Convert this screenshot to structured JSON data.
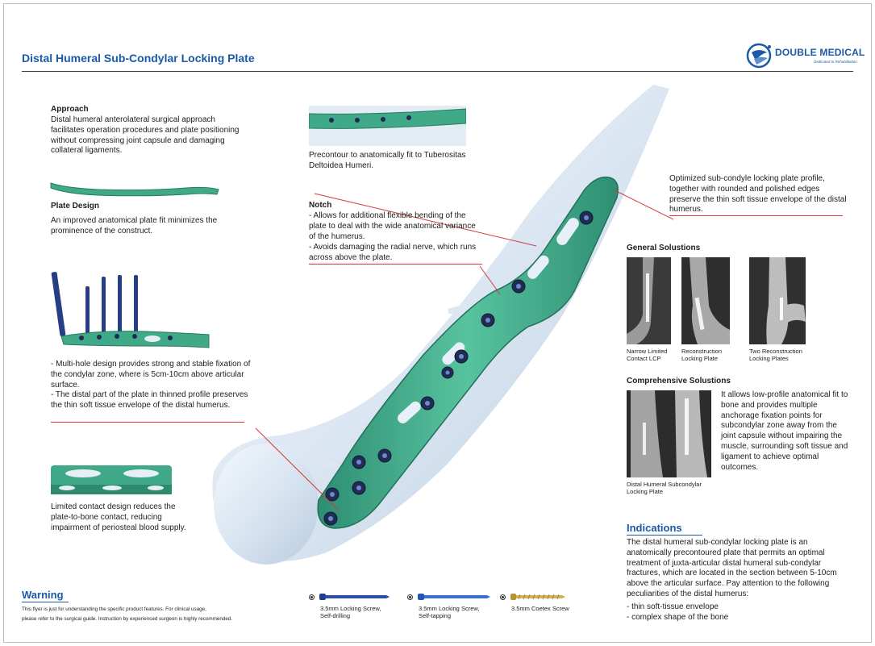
{
  "header": {
    "title": "Distal Humeral Sub-Condylar Locking Plate",
    "logo_name": "DOUBLE MEDICAL",
    "logo_tagline": "Dedicated to Rehabilitation",
    "brand_color": "#1a5aa6",
    "logo_icon": "double-medical-logo-icon"
  },
  "left": {
    "approach_title": "Approach",
    "approach_text": "Distal humeral anterolateral surgical approach facilitates operation procedures and plate positioning without compressing joint capsule and damaging collateral ligaments.",
    "plate_design_title": "Plate Design",
    "plate_design_text": "An improved anatomical plate fit minimizes the prominence of the construct.",
    "multihole_1": "- Multi-hole design provides strong and stable fixation of the condylar zone, where is 5cm-10cm above articular surface.",
    "multihole_2": "- The distal part of the plate in thinned profile preserves the thin soft tissue envelope of the distal humerus.",
    "limited_contact_text": "Limited contact design reduces the plate-to-bone contact, reducing impairment of periosteal blood supply."
  },
  "center": {
    "precontour_text": "Precontour to anatomically fit to Tuberositas Deltoidea Humeri.",
    "notch_title": "Notch",
    "notch_1": "- Allows for additional flexible bending of the plate to deal with the wide anatomical variance of the humerus.",
    "notch_2": "- Avoids damaging the radial nerve, which runs across above the plate."
  },
  "right": {
    "profile_text": "Optimized sub-condyle locking plate profile, together with rounded and polished edges preserve the thin soft tissue envelope of the distal humerus.",
    "general_title": "General Solustions",
    "general_items": [
      "Narrow Limited Contact LCP",
      "Reconstruction Locking Plate",
      "Two Reconstruction Locking Plates"
    ],
    "comprehensive_title": "Comprehensive Solustions",
    "comprehensive_caption": "Distal Humeral Subcondylar Locking Plate",
    "comprehensive_text": "It allows low-profile anatomical fit to bone and provides multiple anchorage fixation points for subcondylar zone away from the joint capsule without impairing the muscle, surrounding soft tissue and ligament to achieve optimal outcomes.",
    "indications_title": "Indications",
    "indications_text": "The distal humeral sub-condylar locking plate is an anatomically precontoured plate that permits an optimal treatment of juxta-articular distal humeral sub-condylar fractures, which are located in the section between 5-10cm above the articular surface. Pay attention to the following peculiarities of the distal humerus:",
    "indications_items": [
      "- thin soft-tissue envelope",
      "- complex shape of the bone"
    ]
  },
  "footer": {
    "warning_title": "Warning",
    "warning_line1": "This flyer is just for understanding the specific product features. For clinical usage,",
    "warning_line2": "please refer to the surgical guide. Instruction by experienced surgeon is highly recommended.",
    "screws": [
      {
        "line1": "3.5mm Locking Screw,",
        "line2": "Self-drilling",
        "color": "#1f3e8c"
      },
      {
        "line1": "3.5mm Locking Screw,",
        "line2": "Self-tapping",
        "color": "#2456b8"
      },
      {
        "line1": "3.5mm Coetex Screw",
        "line2": "",
        "color": "#c9a64a"
      }
    ]
  },
  "colors": {
    "plate": "#3fa988",
    "bone": "#dfe9f3",
    "leader_line": "#d43a3a"
  }
}
